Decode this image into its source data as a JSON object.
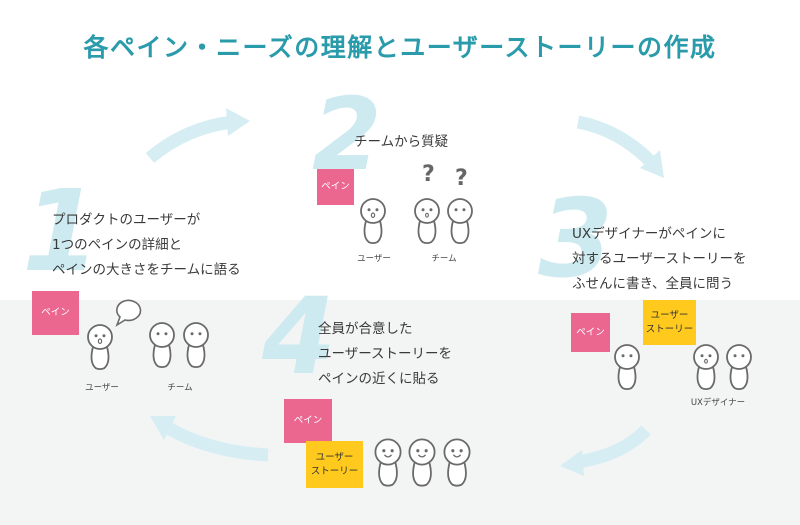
{
  "title": "各ペイン・ニーズの理解とユーザーストーリーの作成",
  "steps": [
    {
      "number": "1",
      "lines": [
        "プロダクトのユーザーが",
        "1つのペインの詳細と",
        "ペインの大きさをチームに語る"
      ],
      "notes": [
        "ペイン"
      ],
      "captions": [
        "ユーザー",
        "チーム"
      ]
    },
    {
      "number": "2",
      "lines": [
        "チームから質疑"
      ],
      "notes": [
        "ペイン"
      ],
      "captions": [
        "ユーザー",
        "チーム"
      ],
      "marks": [
        "?",
        "?"
      ]
    },
    {
      "number": "3",
      "lines": [
        "UXデザイナーがペインに",
        "対するユーザーストーリーを",
        "ふせんに書き、全員に問う"
      ],
      "notes": [
        "ペイン",
        "ユーザー\nストーリー"
      ],
      "captions": [
        "UXデザイナー"
      ]
    },
    {
      "number": "4",
      "lines": [
        "全員が合意した",
        "ユーザーストーリーを",
        "ペインの近くに貼る"
      ],
      "notes": [
        "ペイン",
        "ユーザー\nストーリー"
      ]
    }
  ],
  "colors": {
    "title": "#2a9bab",
    "number": "#cdeaf0",
    "arrow": "#d6eef3",
    "pain_note": "#ec6790",
    "story_note": "#ffc91d",
    "floor": "#f3f4f4",
    "person": "#6a6a6a"
  }
}
